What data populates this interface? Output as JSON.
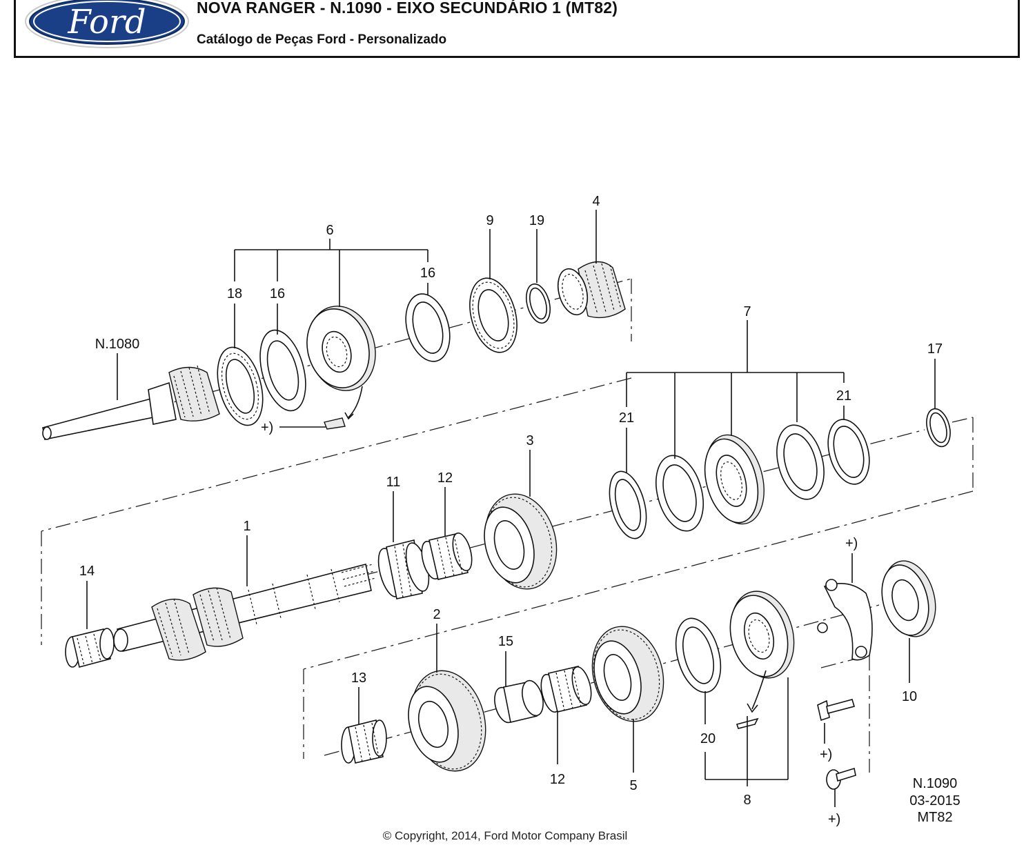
{
  "header": {
    "logo_text": "Ford",
    "title": "NOVA RANGER - N.1090 - EIXO SECUNDÁRIO 1 (MT82)",
    "subtitle": "Catálogo de Peças Ford - Personalizado"
  },
  "callouts": {
    "c1": "1",
    "c2": "2",
    "c3": "3",
    "c4": "4",
    "c5": "5",
    "c6": "6",
    "c7": "7",
    "c8": "8",
    "c9": "9",
    "c10": "10",
    "c11": "11",
    "c12a": "12",
    "c12b": "12",
    "c13": "13",
    "c14": "14",
    "c15": "15",
    "c16a": "16",
    "c16b": "16",
    "c17": "17",
    "c18": "18",
    "c19": "19",
    "c20": "20",
    "c21a": "21",
    "c21b": "21",
    "ref_n1080": "N.1080",
    "plus_a": "+)",
    "plus_b": "+)",
    "plus_c": "+)",
    "plus_d": "+)"
  },
  "footer": {
    "code": "N.1090",
    "date": "03-2015",
    "model": "MT82",
    "copyright": "© Copyright, 2014, Ford Motor Company Brasil"
  }
}
